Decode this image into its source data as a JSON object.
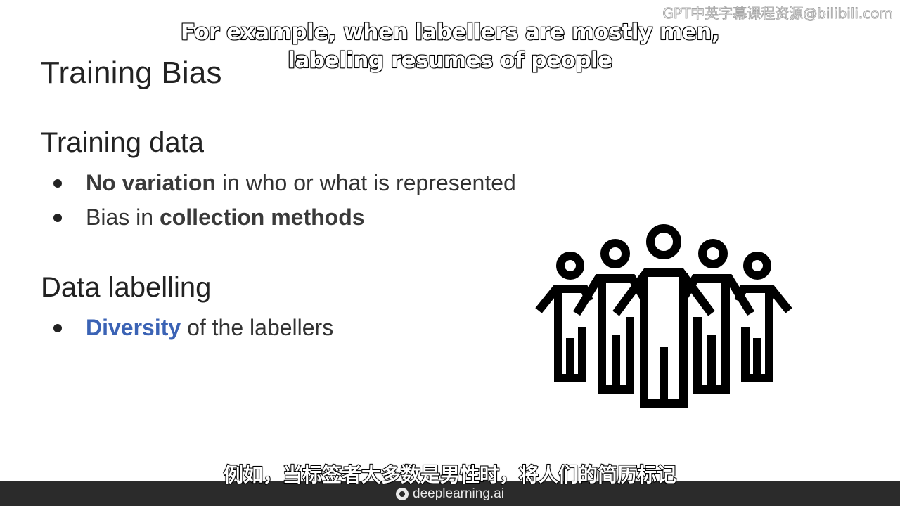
{
  "slide": {
    "title": "Training Bias",
    "sections": [
      {
        "heading": "Training data",
        "bullets": [
          {
            "emphasis": "No variation",
            "rest": " in who or what is represented"
          },
          {
            "lead": "Bias in ",
            "emphasis": "collection methods"
          }
        ]
      },
      {
        "heading": "Data labelling",
        "bullets": [
          {
            "emphasis": "Diversity",
            "rest": " of the labellers"
          }
        ]
      }
    ],
    "illustration_icon": "group-of-people-icon"
  },
  "captions": {
    "english": "For example, when labellers are mostly men, labeling resumes of people",
    "chinese": "例如，当标签者大多数是男性时，将人们的简历标记"
  },
  "watermark": {
    "text": "GPT中英字幕课程资源@bilibili.com"
  },
  "footer": {
    "brand": "deeplearning.ai",
    "brand_icon": "deeplearning-logo-icon"
  },
  "colors": {
    "accent_blue": "#3b63b5",
    "footer_bg": "#2b2b2b",
    "text": "#222222"
  }
}
